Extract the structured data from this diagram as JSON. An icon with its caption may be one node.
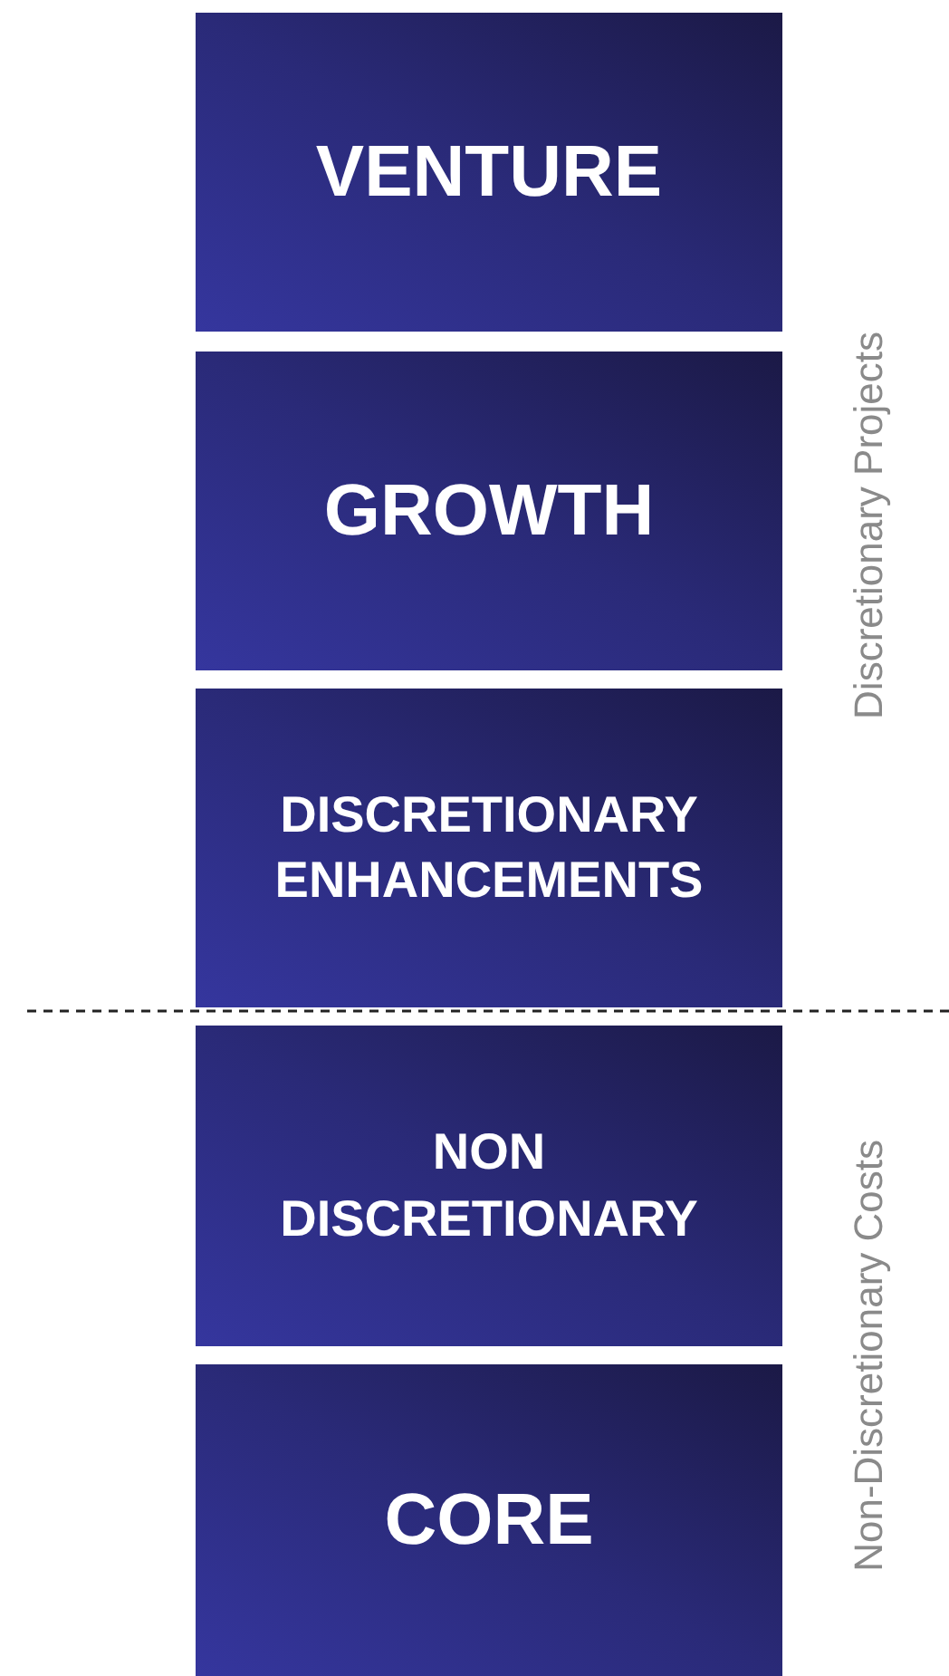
{
  "diagram": {
    "nodes": [
      {
        "text": [
          "VENTURE"
        ]
      },
      {
        "text": [
          "GROWTH"
        ]
      },
      {
        "text": [
          "DISCRETIONARY ENHANCEMENTS"
        ]
      },
      {
        "text": [
          "NON DISCRETIONARY"
        ]
      },
      {
        "text": [
          "CORE"
        ]
      }
    ],
    "labels": [
      "Discretionary Projects",
      "Non-Discretionary Costs"
    ]
  }
}
